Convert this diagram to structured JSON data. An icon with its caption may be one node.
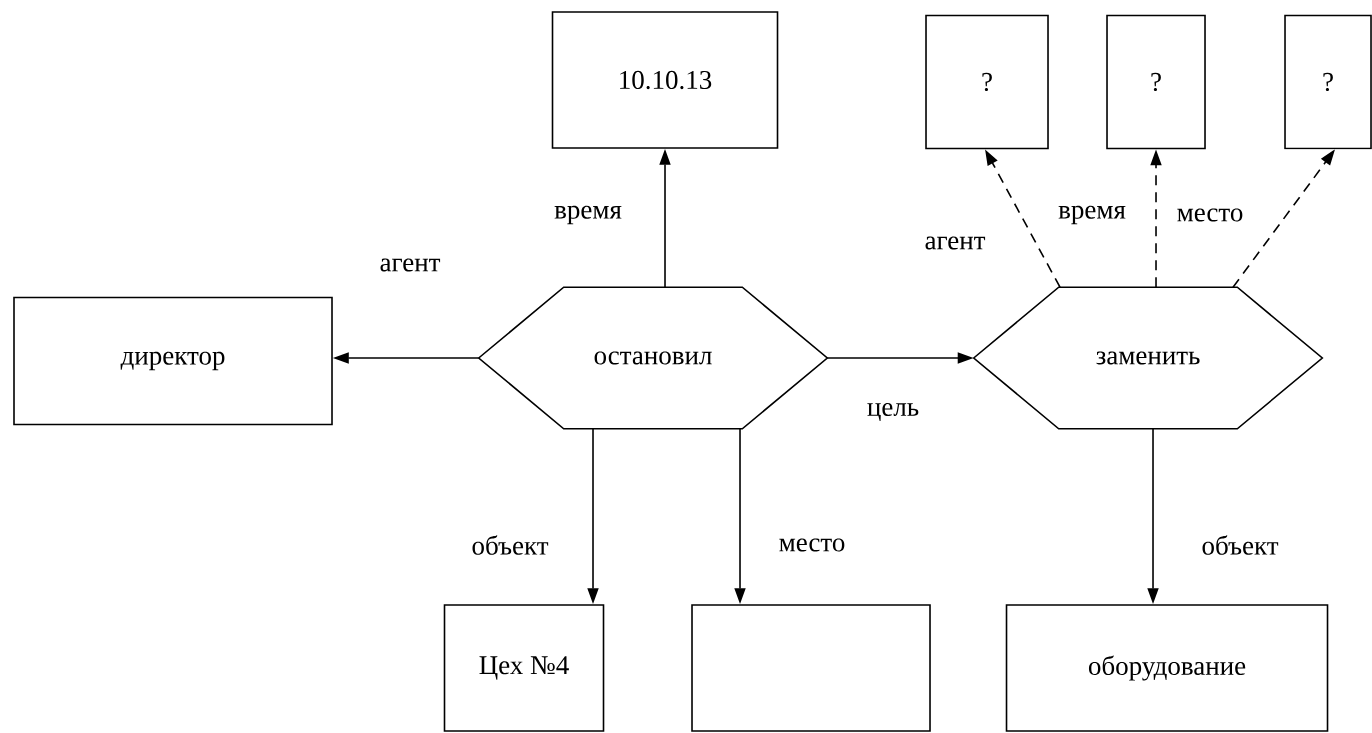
{
  "diagram": {
    "nodes": [
      {
        "text": [
          "директор"
        ]
      },
      {
        "text": [
          "10.10.13"
        ]
      },
      {
        "text": [
          "остановил"
        ]
      },
      {
        "text": [
          "Цех №4"
        ]
      },
      {
        "text": [],
        "shape": "box"
      },
      {
        "text": [
          "?"
        ]
      },
      {
        "text": [
          "?"
        ]
      },
      {
        "text": [
          "?"
        ]
      },
      {
        "text": [
          "заменить"
        ]
      },
      {
        "text": [
          "оборудование"
        ]
      }
    ],
    "edges": [
      {
        "from": 2,
        "to": 0,
        "arrow": "to",
        "label": "агент"
      },
      {
        "from": 2,
        "to": 1,
        "arrow": "to",
        "label": "время"
      },
      {
        "from": 2,
        "to": 3,
        "arrow": "to",
        "label": "объект"
      },
      {
        "from": 2,
        "to": 4,
        "arrow": "to",
        "label": "место"
      },
      {
        "from": 2,
        "to": 8,
        "arrow": "to",
        "label": "цель"
      },
      {
        "from": 8,
        "to": 5,
        "arrow": "to",
        "label": "агент",
        "style": "dashed"
      },
      {
        "from": 8,
        "to": 6,
        "arrow": "to",
        "label": "время",
        "style": "dashed"
      },
      {
        "from": 8,
        "to": 7,
        "arrow": "to",
        "label": "место",
        "style": "dashed"
      },
      {
        "from": 8,
        "to": 9,
        "arrow": "to",
        "label": "объект"
      }
    ]
  }
}
